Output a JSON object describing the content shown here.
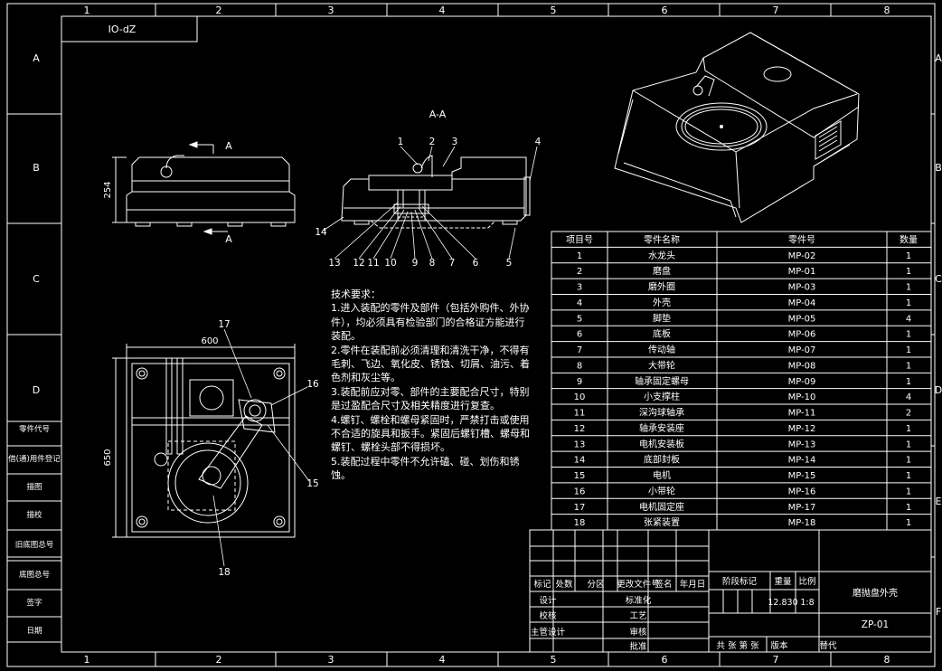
{
  "drawing": {
    "code_box": "IO-dZ",
    "col_labels": [
      "1",
      "2",
      "3",
      "4",
      "5",
      "6",
      "7",
      "8"
    ],
    "row_labels": [
      "A",
      "B",
      "C",
      "D",
      "E",
      "F"
    ],
    "section_label": "A-A",
    "section_mark": "A",
    "dim_height": "254",
    "dim_width": "600",
    "dim_depth": "650",
    "section_callouts": [
      "1",
      "2",
      "3",
      "4",
      "14",
      "13",
      "12",
      "11",
      "10",
      "9",
      "8",
      "7",
      "6",
      "5"
    ],
    "plan_callouts": [
      "17",
      "16",
      "15",
      "18"
    ]
  },
  "left_strip": [
    "零件代号",
    "借(通)用件登记",
    "描图",
    "描校",
    "旧底图总号",
    "底图总号",
    "签字",
    "日期"
  ],
  "tech_req": {
    "title": "技术要求：",
    "lines": [
      "1.进入装配的零件及部件（包括外购件、外协件），均必须具有检验部门的合格证方能进行装配。",
      "2.零件在装配前必须清理和清洗干净，不得有毛刺、飞边、氧化皮、锈蚀、切屑、油污、着色剂和灰尘等。",
      "3.装配前应对零、部件的主要配合尺寸，特别是过盈配合尺寸及相关精度进行复查。",
      "4.螺钉、螺栓和螺母紧固时，严禁打击或使用不合适的旋具和扳手。紧固后螺钉槽、螺母和螺钉、螺栓头部不得损坏。",
      "5.装配过程中零件不允许磕、碰、划伤和锈蚀。"
    ]
  },
  "bom": {
    "headers": [
      "项目号",
      "零件名称",
      "零件号",
      "数量"
    ],
    "rows": [
      [
        "1",
        "水龙头",
        "MP-02",
        "1"
      ],
      [
        "2",
        "磨盘",
        "MP-01",
        "1"
      ],
      [
        "3",
        "磨外圈",
        "MP-03",
        "1"
      ],
      [
        "4",
        "外壳",
        "MP-04",
        "1"
      ],
      [
        "5",
        "脚垫",
        "MP-05",
        "4"
      ],
      [
        "6",
        "底板",
        "MP-06",
        "1"
      ],
      [
        "7",
        "传动轴",
        "MP-07",
        "1"
      ],
      [
        "8",
        "大带轮",
        "MP-08",
        "1"
      ],
      [
        "9",
        "轴承固定螺母",
        "MP-09",
        "1"
      ],
      [
        "10",
        "小支撑柱",
        "MP-10",
        "4"
      ],
      [
        "11",
        "深沟球轴承",
        "MP-11",
        "2"
      ],
      [
        "12",
        "轴承安装座",
        "MP-12",
        "1"
      ],
      [
        "13",
        "电机安装板",
        "MP-13",
        "1"
      ],
      [
        "14",
        "底部封板",
        "MP-14",
        "1"
      ],
      [
        "15",
        "电机",
        "MP-15",
        "1"
      ],
      [
        "16",
        "小带轮",
        "MP-16",
        "1"
      ],
      [
        "17",
        "电机固定座",
        "MP-17",
        "1"
      ],
      [
        "18",
        "张紧装置",
        "MP-18",
        "1"
      ]
    ]
  },
  "title_block": {
    "rev_headers": [
      "标记",
      "处数",
      "分区",
      "更改文件号",
      "签名",
      "年月日"
    ],
    "left_labels": [
      "设计",
      "校核",
      "主管设计"
    ],
    "mid_labels": [
      "标准化",
      "工艺",
      "审核",
      "批准"
    ],
    "stage_label": "阶段标记",
    "weight_label": "重量",
    "ratio_label": "比例",
    "weight_value": "12.830",
    "ratio_value": "1:8",
    "drawing_name": "磨抛盘外壳",
    "drawing_number": "ZP-01",
    "sheets_label": "共  张  第  张",
    "version_label": "版本",
    "replace_label": "替代"
  }
}
